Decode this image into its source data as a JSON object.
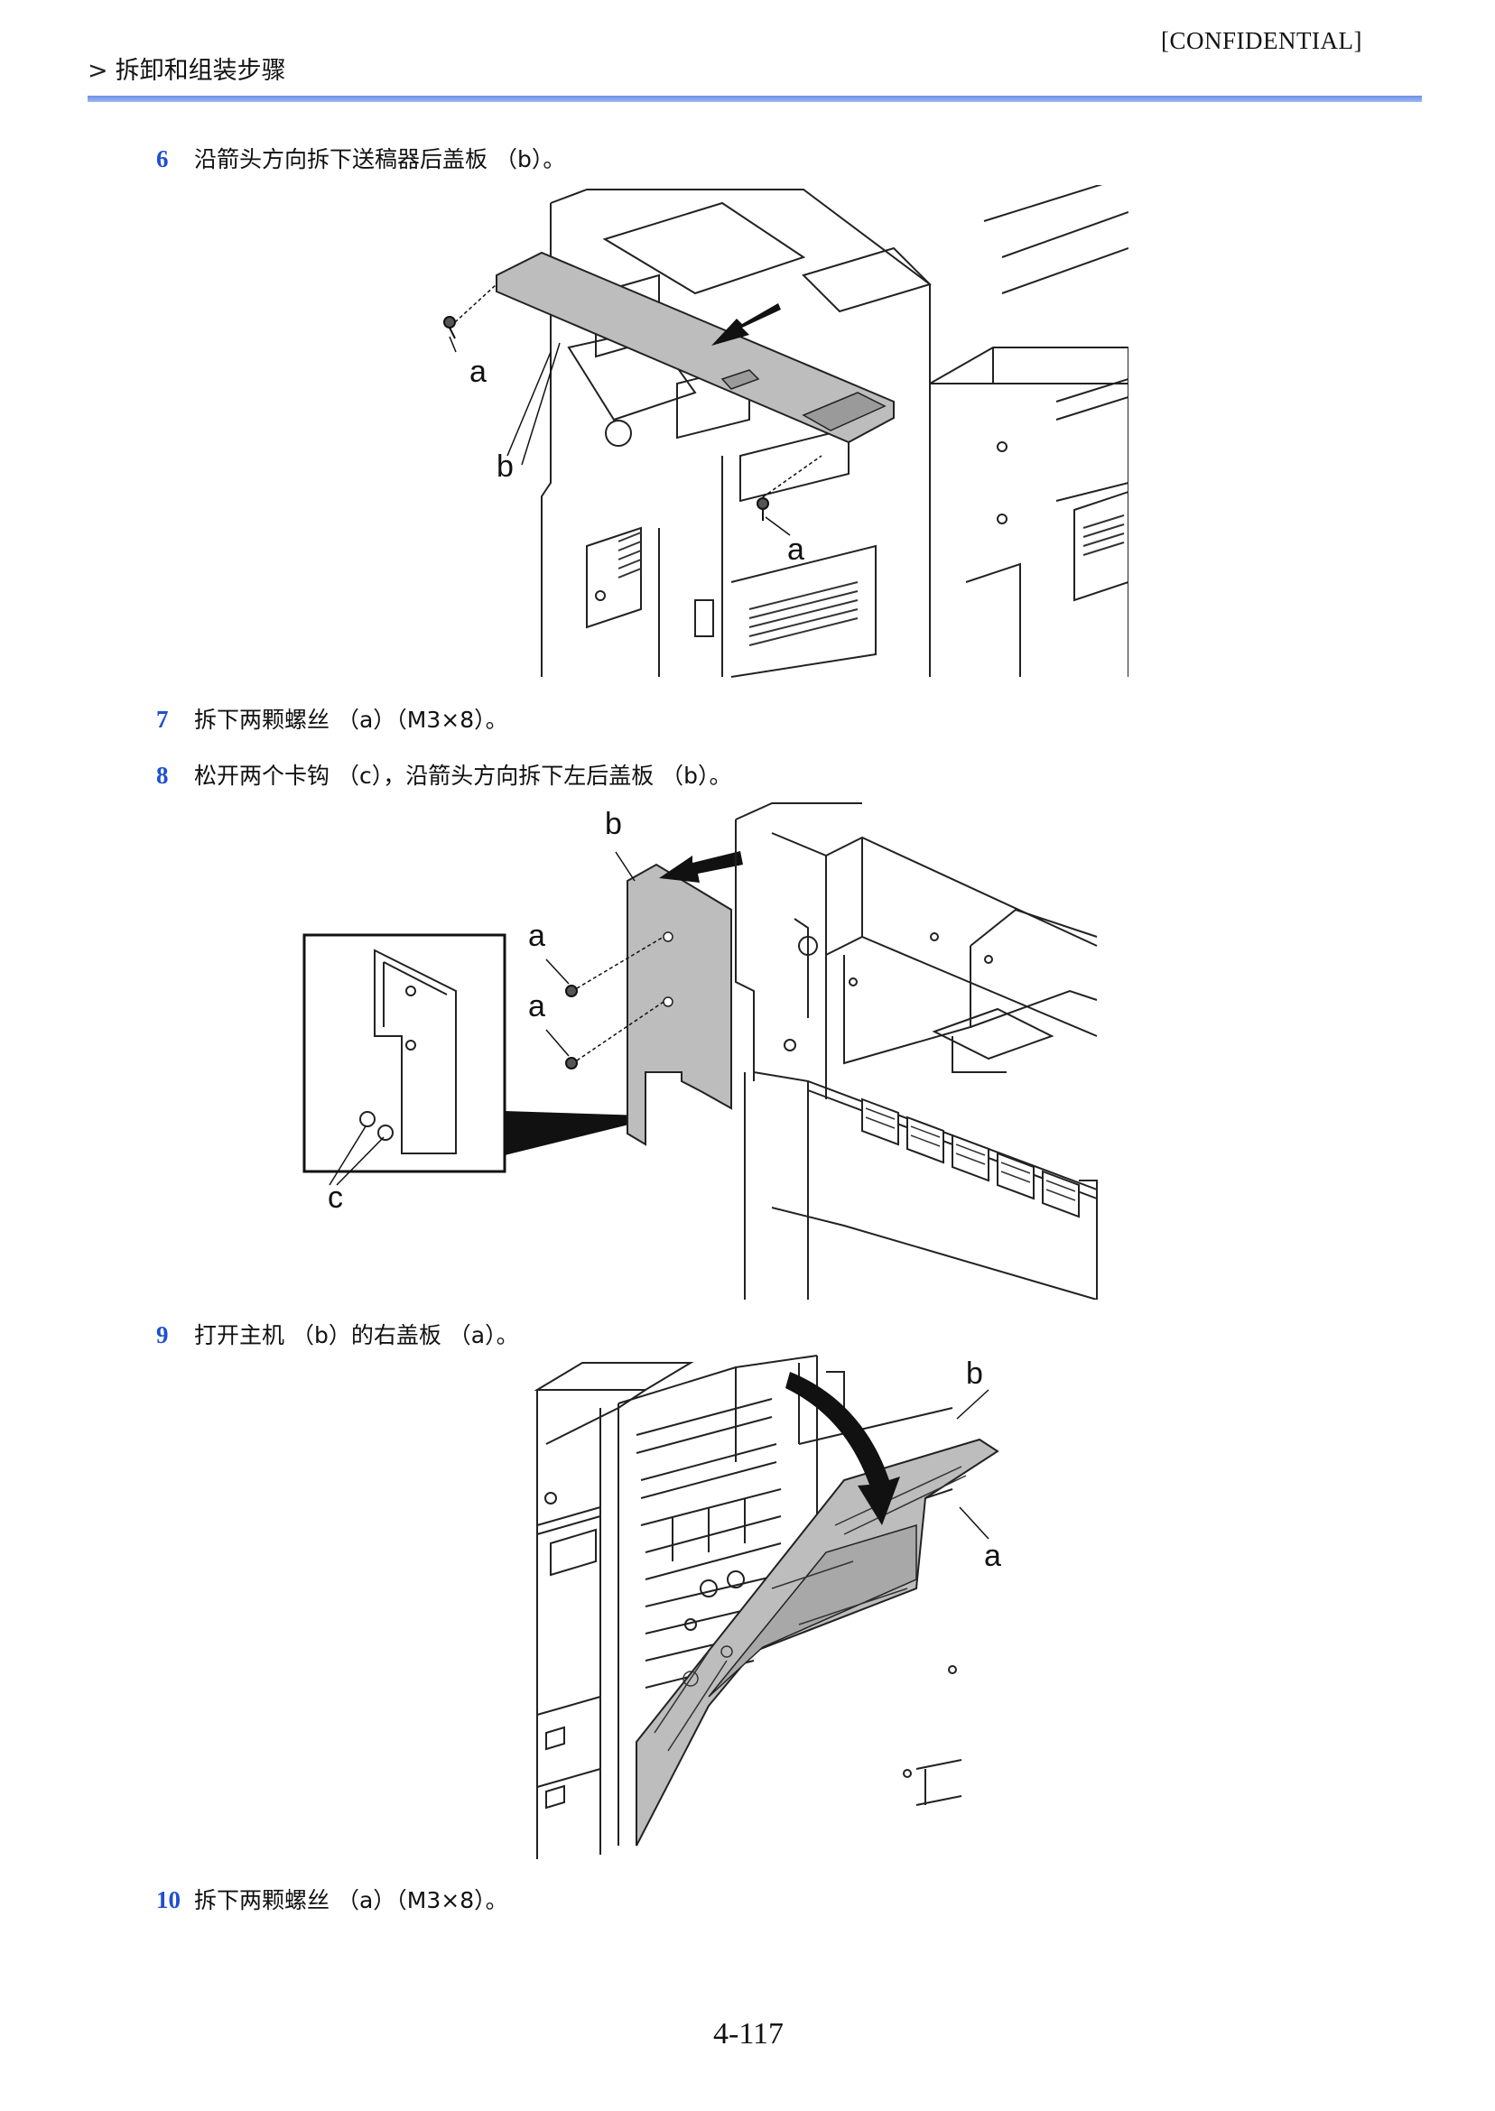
{
  "header": {
    "confidential": "[CONFIDENTIAL]",
    "breadcrumb_arrow": ">",
    "section_title": "拆卸和组装步骤"
  },
  "steps": [
    {
      "num": "6",
      "text": "沿箭头方向拆下送稿器后盖板 （b）。"
    },
    {
      "num": "7",
      "text": "拆下两颗螺丝 （a）（M3×8）。"
    },
    {
      "num": "8",
      "text": "松开两个卡钩 （c），沿箭头方向拆下左后盖板 （b）。"
    },
    {
      "num": "9",
      "text": "打开主机 （b）的右盖板 （a）。"
    },
    {
      "num": "10",
      "text": "拆下两颗螺丝 （a）（M3×8）。"
    }
  ],
  "figures": {
    "fig1": {
      "labels": [
        "a",
        "b",
        "a"
      ]
    },
    "fig2": {
      "labels": [
        "b",
        "a",
        "a",
        "c"
      ]
    },
    "fig3": {
      "labels": [
        "b",
        "a"
      ]
    }
  },
  "footer": {
    "page_number": "4-117"
  },
  "colors": {
    "accent_rule": "#7f9cea",
    "step_number": "#1f4fd1",
    "part_fill": "#bdbdbd"
  }
}
